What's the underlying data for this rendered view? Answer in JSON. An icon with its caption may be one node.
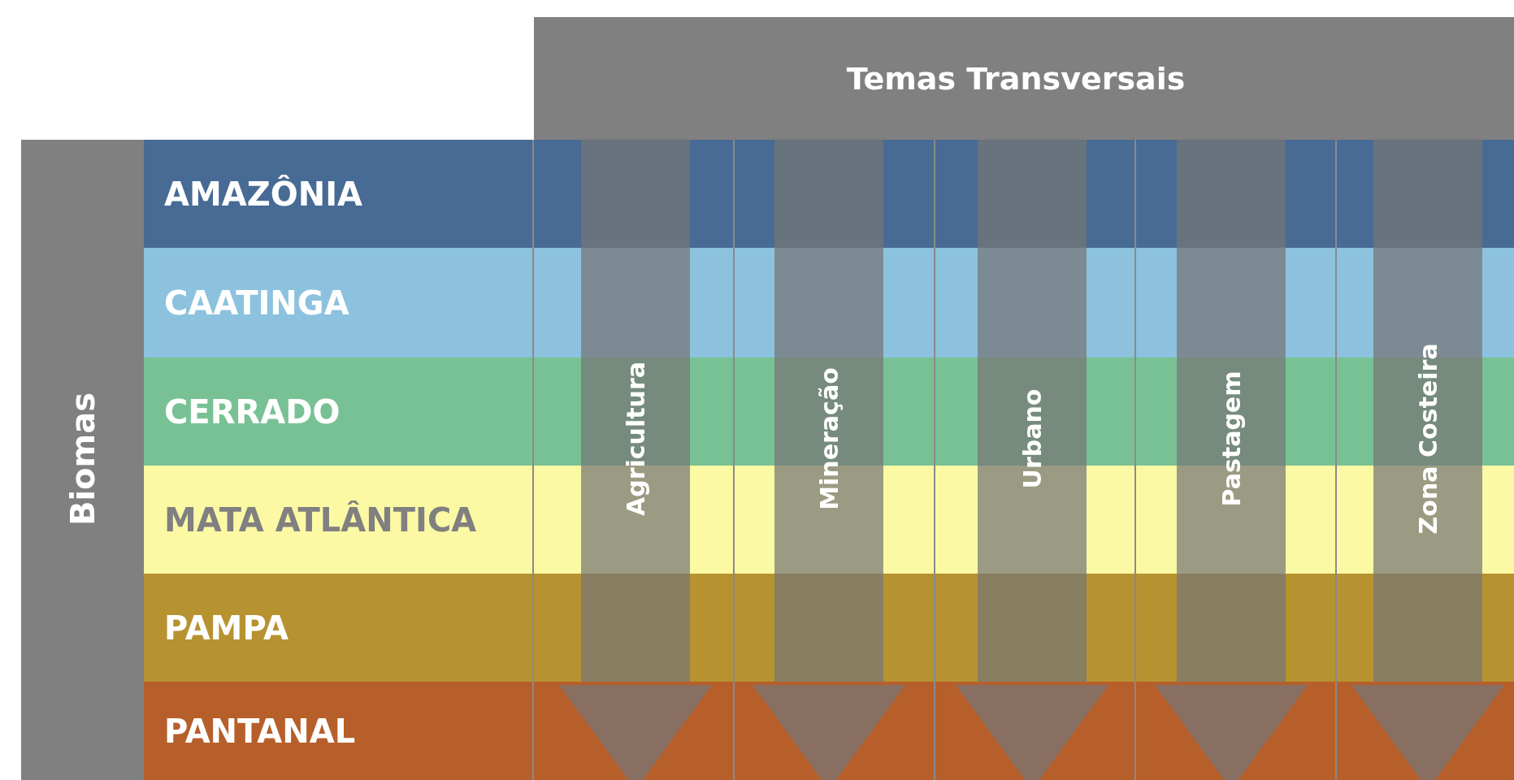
{
  "diagram": {
    "nodes": [
      {
        "text": [
          "Temas Transversais"
        ]
      },
      {
        "text": [
          "Biomas"
        ]
      },
      {
        "text": [
          "AMAZÔNIA"
        ]
      },
      {
        "text": [
          "CAATINGA"
        ]
      },
      {
        "text": [
          "CERRADO"
        ]
      },
      {
        "text": [
          "MATA ATLÂNTICA"
        ]
      },
      {
        "text": [
          "PAMPA"
        ]
      },
      {
        "text": [
          "PANTANAL"
        ]
      },
      {
        "text": [
          "Agricultura"
        ]
      },
      {
        "text": [
          "Mineração"
        ]
      },
      {
        "text": [
          "Urbano"
        ]
      },
      {
        "text": [
          "Pastagem"
        ]
      },
      {
        "text": [
          "Zona Costeira"
        ]
      }
    ]
  }
}
